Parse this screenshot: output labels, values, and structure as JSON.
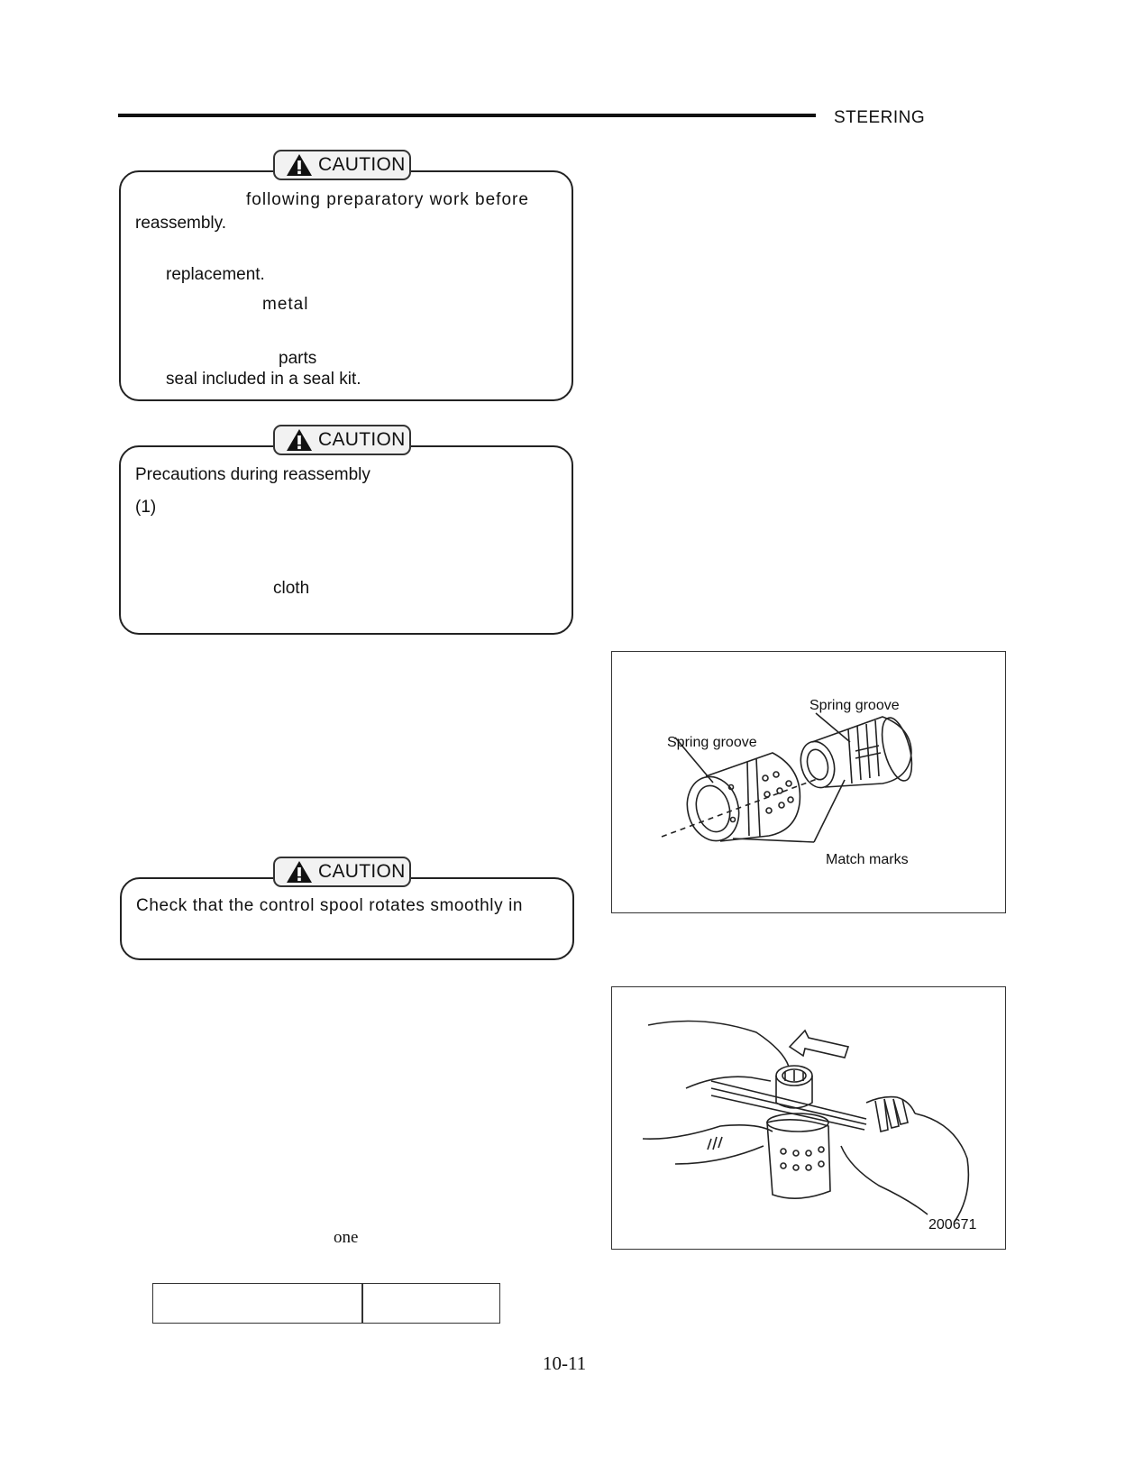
{
  "header": {
    "section_title": "STEERING"
  },
  "caution_label": "CAUTION",
  "caution1": {
    "line1": "following preparatory work before",
    "line2": "reassembly.",
    "line3": "replacement.",
    "line4": "metal",
    "line5": "parts",
    "line6": "seal included in a seal kit."
  },
  "caution2": {
    "line1": "Precautions during reassembly",
    "line2": "(1)",
    "line3": "cloth"
  },
  "caution3": {
    "line1": "Check that the control spool rotates smoothly in"
  },
  "figure1": {
    "label_spring_groove_top": "Spring groove",
    "label_spring_groove_left": "Spring groove",
    "label_match_marks": "Match marks"
  },
  "figure2": {
    "figure_number": "200671"
  },
  "body": {
    "word_one": "one"
  },
  "footer": {
    "page_number": "10-11"
  }
}
